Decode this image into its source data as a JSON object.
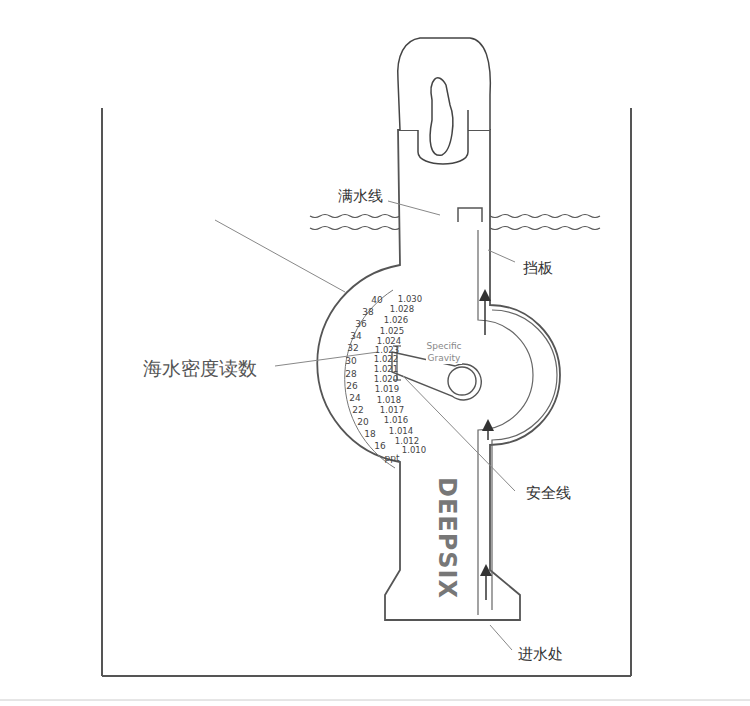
{
  "diagram": {
    "labels": [
      "满水线",
      "挡板",
      "海水密度读数",
      "安全线",
      "进水处",
      "40",
      "38",
      "36",
      "34",
      "32",
      "30",
      "28",
      "26",
      "24",
      "22",
      "20",
      "18",
      "16",
      "ppt",
      "1.030",
      "1.028",
      "1.026",
      "1.025",
      "1.024",
      "1.023",
      "1.022",
      "1.021",
      "1.020",
      "1.019",
      "1.018",
      "1.017",
      "1.016",
      "1.014",
      "1.012",
      "1.010",
      "Specific",
      "Gravity",
      "DEEPSIX"
    ]
  }
}
